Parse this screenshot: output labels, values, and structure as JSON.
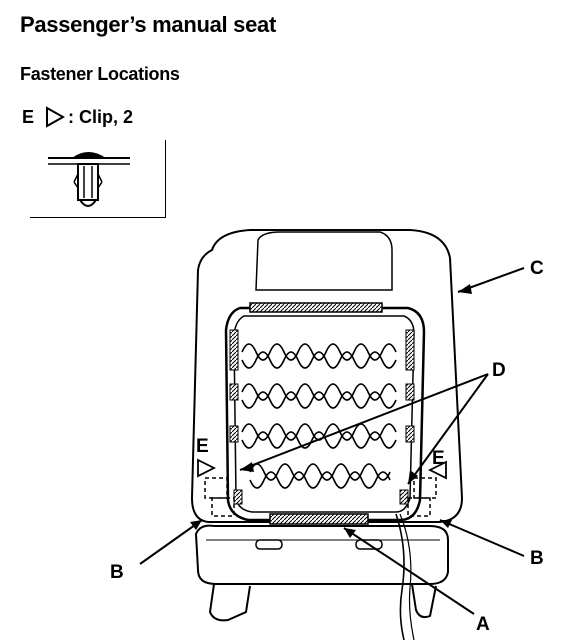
{
  "page": {
    "title": "Passenger’s manual seat",
    "subtitle": "Fastener Locations"
  },
  "legend": {
    "letter": "E",
    "icon": "triangle-outline-icon",
    "text": ": Clip, 2"
  },
  "callouts": {
    "a": "A",
    "b_left": "B",
    "b_right": "B",
    "c": "C",
    "d": "D",
    "e_left": "E",
    "e_right": "E"
  }
}
